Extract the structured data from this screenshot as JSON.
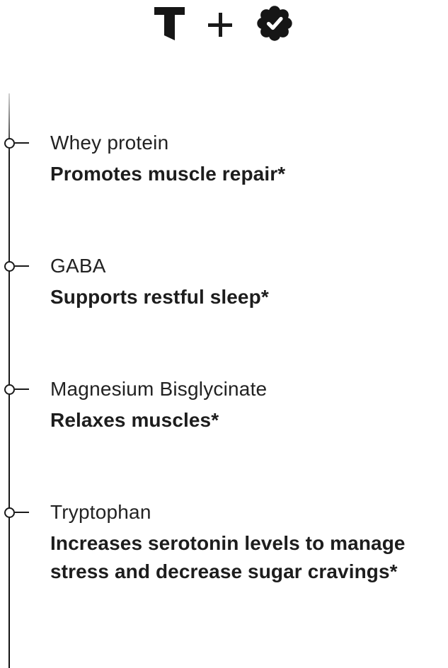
{
  "page": {
    "background": "#ffffff",
    "text_color": "#1d1d1d",
    "accent_black": "#161616"
  },
  "header": {
    "logo_icon": "t-logo-icon",
    "plus_icon": "plus-icon",
    "badge_icon": "verified-badge-icon"
  },
  "timeline": {
    "rail_icon": "timeline-rail",
    "node_icon": "timeline-node-circle"
  },
  "ingredients": [
    {
      "name": "Whey protein",
      "benefit": "Promotes muscle repair*"
    },
    {
      "name": "GABA",
      "benefit": "Supports restful sleep*"
    },
    {
      "name": "Magnesium Bisglycinate",
      "benefit": "Relaxes muscles*"
    },
    {
      "name": "Tryptophan",
      "benefit": "Increases serotonin levels to manage stress and decrease sugar cravings*"
    }
  ]
}
